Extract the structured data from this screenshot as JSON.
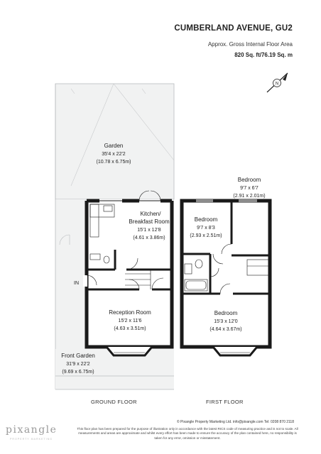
{
  "header": {
    "title": "CUMBERLAND AVENUE, GU2",
    "subtitle": "Approx. Gross Internal Floor Area",
    "area": "820 Sq. ft/76.19 Sq. m"
  },
  "compass": {
    "label": "N",
    "icon": "compass-icon"
  },
  "ground_floor": {
    "label": "GROUND FLOOR",
    "entry_label": "IN",
    "rooms": [
      {
        "name": "Garden",
        "dims_imperial": "35'4 x 22'2",
        "dims_metric": "(10.78 x 6.75m)"
      },
      {
        "name": "Kitchen/",
        "name2": "Breakfast Room",
        "dims_imperial": "15'1 x 12'8",
        "dims_metric": "(4.61 x 3.86m)"
      },
      {
        "name": "Reception Room",
        "dims_imperial": "15'2 x 11'6",
        "dims_metric": "(4.63 x 3.51m)"
      },
      {
        "name": "Front Garden",
        "dims_imperial": "31'9 x 22'2",
        "dims_metric": "(9.69 x 6.75m)"
      }
    ]
  },
  "first_floor": {
    "label": "FIRST FLOOR",
    "rooms": [
      {
        "name": "Bedroom",
        "dims_imperial": "9'7 x 6'7",
        "dims_metric": "(2.91 x 2.01m)"
      },
      {
        "name": "Bedroom",
        "dims_imperial": "9'7 x 8'3",
        "dims_metric": "(2.93 x 2.51m)"
      },
      {
        "name": "Bedroom",
        "dims_imperial": "15'3 x 12'0",
        "dims_metric": "(4.64 x 3.67m)"
      }
    ]
  },
  "footer": {
    "logo": "pixangle",
    "logo_sub": "PROPERTY MARKETING",
    "copyright": "© Pixangle Property Marketing Ltd. info@pixangle.com Tel: 0208 870 2118",
    "disclaimer": "This floor plan has been prepared for the purpose of illustration only in accordance with the latest RICS code of measuring practice and is not to scale. All measurements and areas are approximate and whilst every effort has been made to ensure the accuracy of the plan contained here, no responsibility is taken for any error, omission or misstatement."
  },
  "colors": {
    "wall": "#1a1a1a",
    "garden_fill": "#f1f2f2",
    "garden_line": "#b9bcbf"
  }
}
